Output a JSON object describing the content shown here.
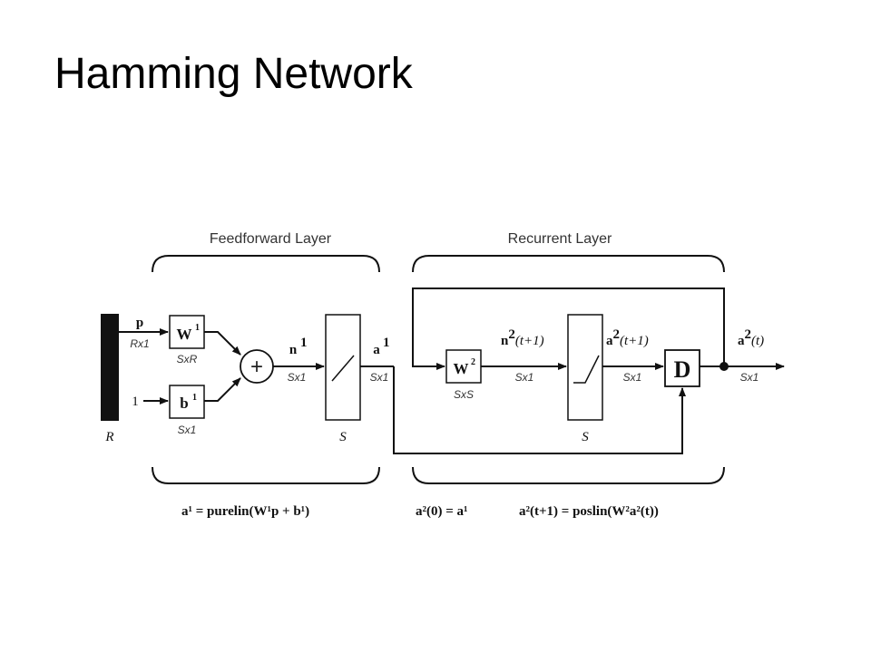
{
  "title": "Hamming Network",
  "diagram": {
    "sections": {
      "feedforward": "Feedforward Layer",
      "recurrent": "Recurrent Layer"
    },
    "input": {
      "p_label": "p",
      "p_dim": "Rx1",
      "one_label": "1",
      "size_label": "R"
    },
    "blocks": {
      "w1": {
        "label": "W",
        "sup": "1",
        "dim": "SxR"
      },
      "b1": {
        "label": "b",
        "sup": "1",
        "dim": "Sx1"
      },
      "sum": {
        "symbol": "+"
      },
      "purelin": {
        "size": "S"
      },
      "w2": {
        "label": "W",
        "sup": "2",
        "dim": "SxS"
      },
      "poslin": {
        "size": "S"
      },
      "delay": {
        "label": "D"
      }
    },
    "signals": {
      "n1": {
        "label": "n",
        "sup": "1",
        "dim": "Sx1"
      },
      "a1": {
        "label": "a",
        "sup": "1",
        "dim": "Sx1"
      },
      "n2": {
        "label": "n",
        "sup": "2",
        "arg": "(t+1)",
        "dim": "Sx1"
      },
      "a2next": {
        "label": "a",
        "sup": "2",
        "arg": "(t+1)",
        "dim": "Sx1"
      },
      "a2out": {
        "label": "a",
        "sup": "2",
        "arg": "(t)",
        "dim": "Sx1"
      }
    },
    "equations": {
      "eq1": "a¹ = purelin(W¹p + b¹)",
      "eq2": "a²(0) = a¹",
      "eq3": "a²(t+1) = poslin(W²a²(t))"
    }
  },
  "colors": {
    "ink": "#111111",
    "bar": "#111111",
    "background": "#ffffff"
  }
}
